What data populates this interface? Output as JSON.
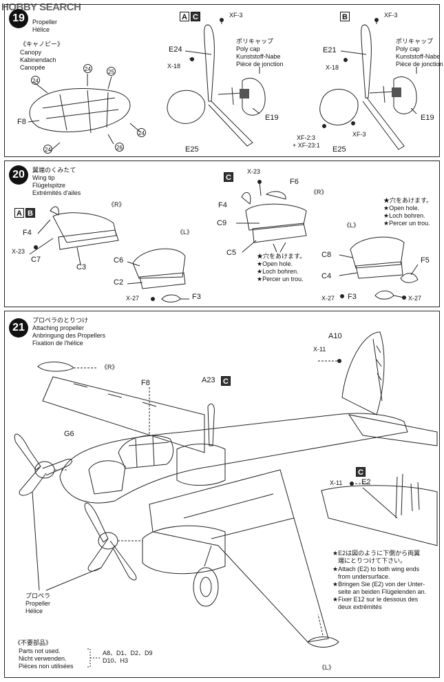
{
  "watermark": "HOBBY SEARCH",
  "step19": {
    "num": "19",
    "title": [
      "Propeller",
      "Hélice"
    ],
    "canopy_label": [
      "《キャノピー》",
      "Canopy",
      "Kabinendach",
      "Canopée"
    ],
    "circled": [
      "24",
      "24",
      "25",
      "24",
      "24",
      "26"
    ],
    "f8": "F8",
    "boxes_left": [
      "A",
      "C"
    ],
    "box_right": "B",
    "xf3": "XF-3",
    "x18": "X-18",
    "polycap": [
      "ポリキャップ",
      "Poly cap",
      "Kunststoff-Nabe",
      "Pièce de jonction"
    ],
    "e24": "E24",
    "e21": "E21",
    "e19": "E19",
    "e25": "E25",
    "xf2_ratio": [
      "XF-2:3",
      "+ XF-23:1"
    ]
  },
  "step20": {
    "num": "20",
    "title": [
      "翼端のくみたて",
      "Wing tip",
      "Flügelspitze",
      "Extrémités d'ailes"
    ],
    "boxes": [
      "A",
      "B"
    ],
    "box_c": "C",
    "r": "《R》",
    "l": "《L》",
    "x23": "X-23",
    "x27": "X-27",
    "labels": [
      "F4",
      "C7",
      "C3",
      "C6",
      "C2",
      "F3",
      "F6",
      "C9",
      "C5",
      "C8",
      "C4",
      "F5"
    ],
    "open_hole": [
      "★穴をあけます。",
      "★Open hole.",
      "★Loch bohren.",
      "★Percer un trou."
    ]
  },
  "step21": {
    "num": "21",
    "title": [
      "プロペラのとりつけ",
      "Attaching propeller",
      "Anbringung des Propellers",
      "Fixation de l'hélice"
    ],
    "r": "《R》",
    "l": "《L》",
    "f8": "F8",
    "a23": "A23",
    "box_c": "C",
    "g6": "G6",
    "a10": "A10",
    "x11": "X-11",
    "e2": "E2",
    "propeller": [
      "プロペラ",
      "Propeller",
      "Hélice"
    ],
    "e2_note": [
      "★E2は図のように下側から両翼",
      "端にとりつけて下さい。",
      "★Attach (E2) to both wing ends",
      "from undersurface.",
      "★Bringen Sie (E2) von der Unter-",
      "seite an beiden Flügelenden an.",
      "★Fixer E12 sur le dessous des",
      "deux extrémités"
    ],
    "unused_title": [
      "《不要部品》",
      "Parts not used.",
      "Nicht verwenden.",
      "Pièces non utilisées"
    ],
    "unused_parts": [
      "A8、D1、D2、D9",
      "D10、H3"
    ]
  }
}
